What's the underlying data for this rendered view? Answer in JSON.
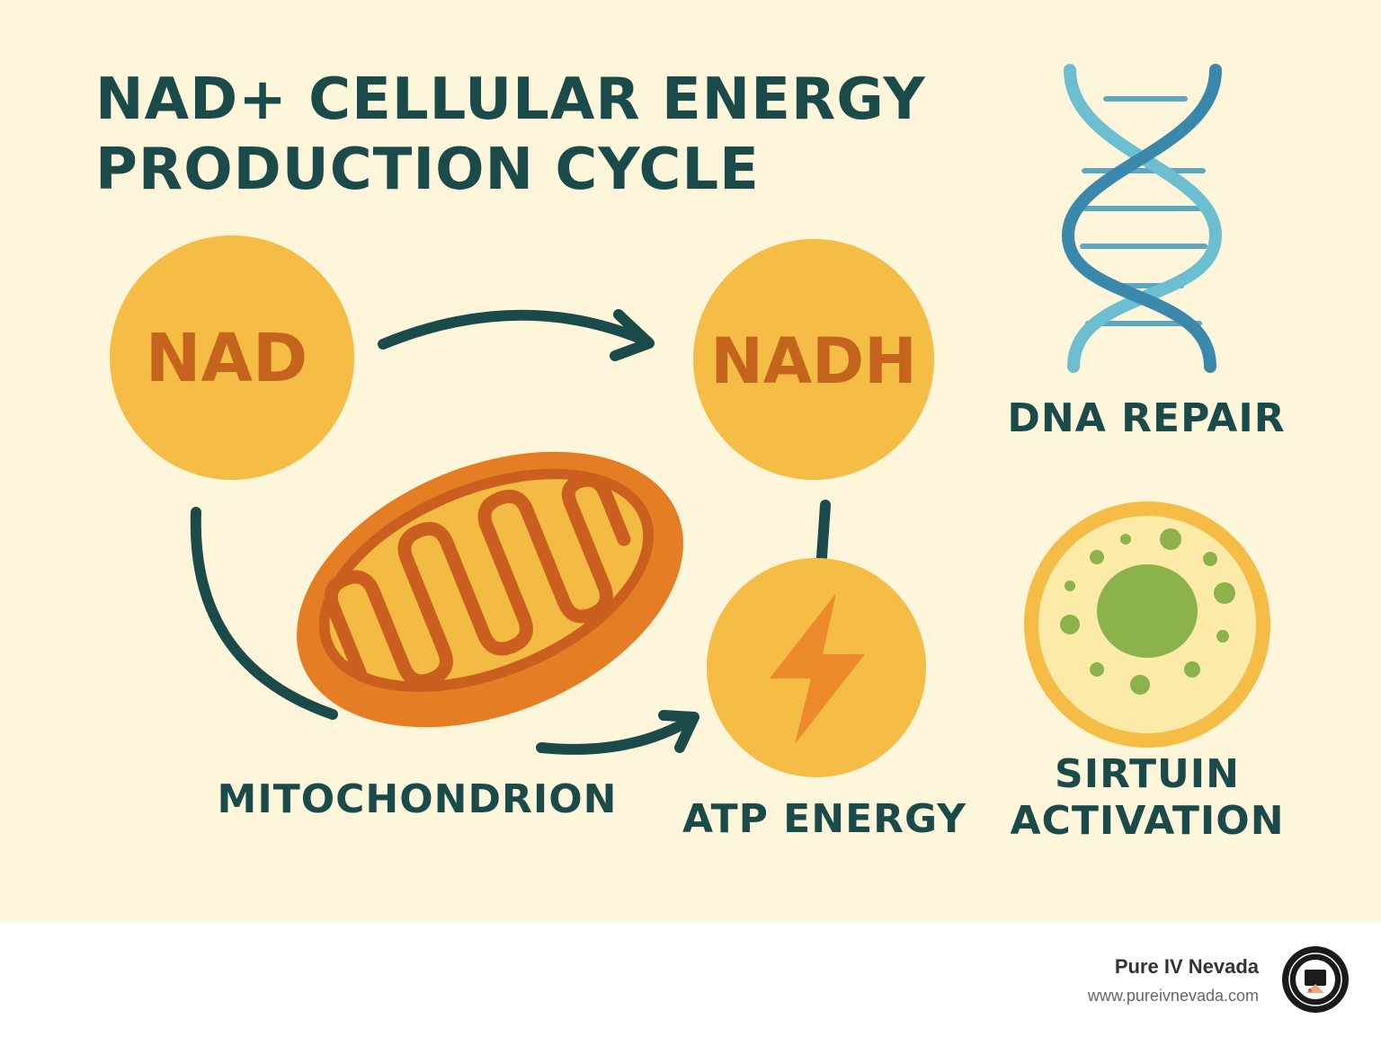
{
  "title": {
    "line1": "NAD+ CELLULAR ENERGY",
    "line2": "PRODUCTION CYCLE"
  },
  "nodes": {
    "nad": "NAD",
    "nadh": "NADH"
  },
  "labels": {
    "mitochondrion": "MITOCHONDRION",
    "atp_energy": "ATP ENERGY",
    "dna_repair": "DNA REPAIR",
    "sirtuin_line1": "SIRTUIN",
    "sirtuin_line2": "ACTIVATION"
  },
  "icons": {
    "energy": "lightning-bolt-icon",
    "dna": "dna-helix-icon",
    "cell": "cell-icon",
    "organelle": "mitochondrion-icon"
  },
  "colors": {
    "background": "#fdf6da",
    "text_dark": "#1b4a4a",
    "node_fill": "#f5bd45",
    "node_text": "#c5651d",
    "mito_outer": "#e57d25",
    "mito_inner": "#f4bb44",
    "dna_light": "#6bbfd0",
    "dna_dark": "#3b88ad",
    "cell_nucleus": "#8cb24b"
  },
  "footer": {
    "brand": "Pure IV Nevada",
    "url": "www.pureivnevada.com"
  }
}
